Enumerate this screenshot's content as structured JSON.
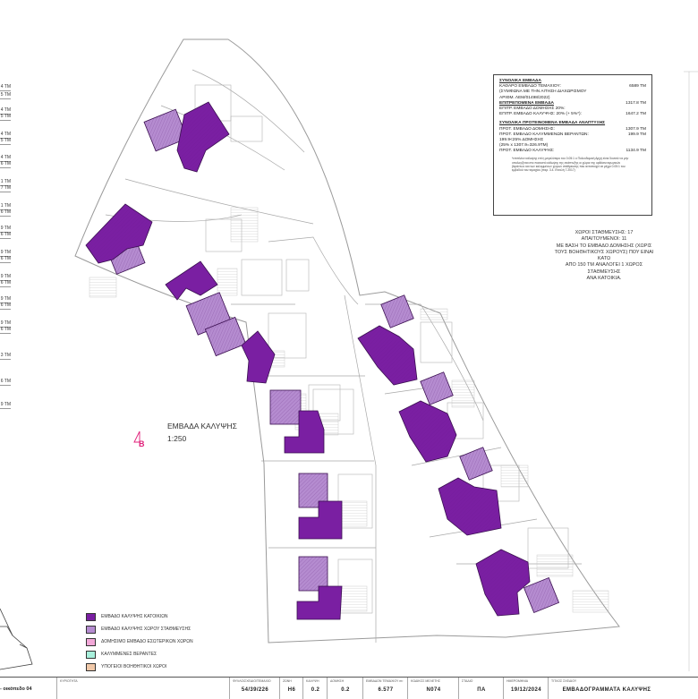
{
  "drawing": {
    "title": "ΕΜΒΑΔΑ ΚΑΛΥΨΗΣ",
    "scale": "1:250",
    "north_symbol": "north-arrow-icon"
  },
  "left_area_column": {
    "labels": [
      "4 TM",
      "5 TM",
      "4 TM",
      "5 TM",
      "4 TM",
      "5 TM",
      "4 TM",
      "6 TM",
      "1 TM",
      "7 TM",
      "1 TM",
      "6 TM",
      "9 TM",
      "6 TM",
      "9 TM",
      "6 TM",
      "9 TM",
      "6 TM",
      "9 TM",
      "6 TM",
      "9 TM",
      "6 TM",
      "3 TM",
      "6 TM",
      "9 TM"
    ]
  },
  "summary": {
    "title": "ΣΥΝΟΛΙΚΑ ΕΜΒΑΔΑ",
    "lines": [
      {
        "label": "ΚΑΘΑΡΟ ΕΜΒΑΔΟ ΤΕΜΑΧΙΟΥ:",
        "value": "6589 TM"
      },
      {
        "label": "(ΣΥΜΦΩΝΑ ΜΕ ΤΗΝ ΑΙΤΗΣΗ ΔΙΑΧΩΡΙΣΜΟΥ",
        "value": ""
      },
      {
        "label": "ΑΡΙΘΜ. ΛΕΜ/01498/2022)",
        "value": ""
      }
    ],
    "permitted_title": "ΕΠΙΤΡΕΠΟΜΕΝΑ ΕΜΒΑΔΑ",
    "permitted_title_value": "1317.8 TM",
    "permitted_lines": [
      {
        "label": "ΕΠΙΤΡ. ΕΜΒΑΔΟ ΔΟΜΗΣΗΣ 20%:",
        "value": ""
      },
      {
        "label": "ΕΠΙΤΡ. ΕΜΒΑΔΟ ΚΑΛΥΨΗΣ: 20% (+ 5%*):",
        "value": "1647.2 TM"
      }
    ],
    "proposed_title": "ΣΥΝΟΛΙΚΑ ΠΡΟΤΕΙΝΟΜΕΝΑ ΕΜΒΑΔΑ ΑΝΑΠΤΥΞΗΣ",
    "proposed_lines": [
      {
        "label": "ΠΡΟΤ. ΕΜΒΑΔΟ ΔΟΜΗΣΗΣ:",
        "value": "1307.9 TM"
      },
      {
        "label": "ΠΡΟΤ. ΕΜΒΑΔΟ ΚΑΛΥΜΜΕΝΩΝ ΒΕΡΑΝΤΩΝ:",
        "value": "199.9 TM"
      },
      {
        "label": "199.9<25% ΔΟΜΗΣΗΣ",
        "value": ""
      },
      {
        "label": "(25% x 1307.9=326.9TM)",
        "value": ""
      },
      {
        "label": "ΠΡΟΤ. ΕΜΒΑΔΟ ΚΑΛΥΨΗΣ:",
        "value": "1134.9 TM"
      }
    ],
    "footnote": "*επιπλέον κάλυψης επί η μεγαλύτερο του 0.05:1 ο Πολεοδομική Αρχή είναι δυνατό να μην υπολογίζεται στο ποσοστό κάλυψης της ανάπτυξης οι χώροι της ορθόσυναγωγικών βεράντων και των καλυμμένων χώρων στάθμευσης που αντιστοιχεί σε μέχρι 0.05:1 του εμβαδού του τεμαχίου (παρ. 3.4. Εντολή 7.2017)"
  },
  "parking": {
    "lines": [
      "ΧΩΡΟΙ ΣΤΑΘΜΕΥΣΗΣ: 17",
      "ΑΠΑΙΤΟΥΜΕΝΟΙ: 11",
      "ΜΕ ΒΑΣΗ ΤΟ ΕΜΒΑΔΟ ΔΟΜΗΣΗΣ (ΧΩΡΙΣ",
      "ΤΟΥΣ ΒΟΗΘΗΤΙΚΟΥΣ ΧΩΡΟΥΣ) ΠΟΥ ΕΙΝΑΙ ΚΑΤΩ",
      "ΑΠΟ 150 TM ΑΝΑΛΟΓΕΙ 1 ΧΩΡΟΣ ΣΤΑΘΜΕΥΣΗΣ",
      "ΑΝΑ ΚΑΤΟΙΚΙΑ."
    ]
  },
  "legend": [
    {
      "label": "ΕΜΒΑΔΟ ΚΑΛΥΨΗΣ ΚΑΤΟΙΚΙΩΝ",
      "color": "#7a1fa2"
    },
    {
      "label": "ΕΜΒΑΔΟ ΚΑΛΥΨΗΣ ΧΩΡΟΥ ΣΤΑΘΜΕΥΣΗΣ",
      "color": "#b58cd0"
    },
    {
      "label": "ΔΟΜΗΣΙΜΟ ΕΜΒΑΔΟ ΕΣΩΤΕΡΙΚΩΝ ΧΩΡΩΝ",
      "color": "#f2a8d8"
    },
    {
      "label": "ΚΑΛΥΜΜΕΝΕΣ ΒΕΡΑΝΤΕΣ",
      "color": "#a8f0dc"
    },
    {
      "label": "ΥΠΟΓΕΙΟΙ ΒΟΗΘΗΤΙΚΟΙ ΧΩΡΟΙ",
      "color": "#f0c8a8"
    }
  ],
  "title_block": {
    "left_text": "- οικόπεδο 04",
    "cells": [
      {
        "head": "ΚΥΡΙΟΤΗΤΑ",
        "value": ""
      },
      {
        "head": "ΦΥΛΛΟ/ΣΧΕΔΙΟ/ΤΕΜΑΧΙΟ",
        "value": "54/39/226"
      },
      {
        "head": "ΖΩΝΗ",
        "value": "H6"
      },
      {
        "head": "ΚΑΛΥΨΗ",
        "value": "0.2"
      },
      {
        "head": "ΔΟΜΗΣΗ",
        "value": "0.2"
      },
      {
        "head": "ΕΜΒΑΔΟΝ ΤΕΜΑΧΙΟΥ m²",
        "value": "6.577"
      },
      {
        "head": "ΚΩΔΙΚΟΣ ΜΕΛΕΤΗΣ",
        "value": "N074"
      },
      {
        "head": "ΣΤΑΔΙΟ",
        "value": "ΠΑ"
      },
      {
        "head": "ΗΜΕΡΟΜΗΝΙΑ",
        "value": "19/12/2024"
      },
      {
        "head": "ΤΙΤΛΟΣ ΣΧΕΔΙΟΥ",
        "value": "ΕΜΒΑΔΟΓΡΑΜΜΑΤΑ ΚΑΛΥΨΗΣ"
      }
    ]
  },
  "colors": {
    "house": "#7a1fa2",
    "parking": "#b58cd0",
    "outline": "#8a8a8a",
    "accent": "#e0207a"
  }
}
